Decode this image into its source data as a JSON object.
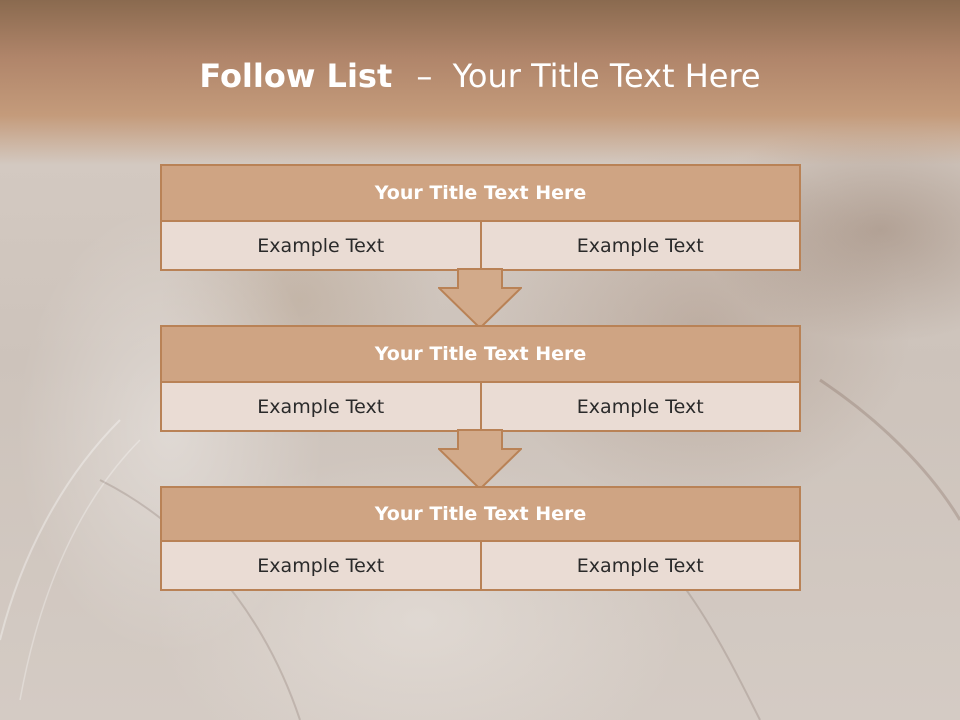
{
  "slide": {
    "title_bold": "Follow List",
    "title_sep": "–",
    "title_rest": "Your Title Text Here"
  },
  "steps": [
    {
      "title": "Your Title Text Here",
      "left": "Example Text",
      "right": "Example Text"
    },
    {
      "title": "Your Title Text Here",
      "left": "Example Text",
      "right": "Example Text"
    },
    {
      "title": "Your Title Text Here",
      "left": "Example Text",
      "right": "Example Text"
    }
  ],
  "colors": {
    "header_top": "#8a6a4f",
    "block_head": "#cfa483",
    "block_cell": "#eadcd4",
    "border": "#b98256",
    "arrow_fill": "#d2aa8a"
  }
}
